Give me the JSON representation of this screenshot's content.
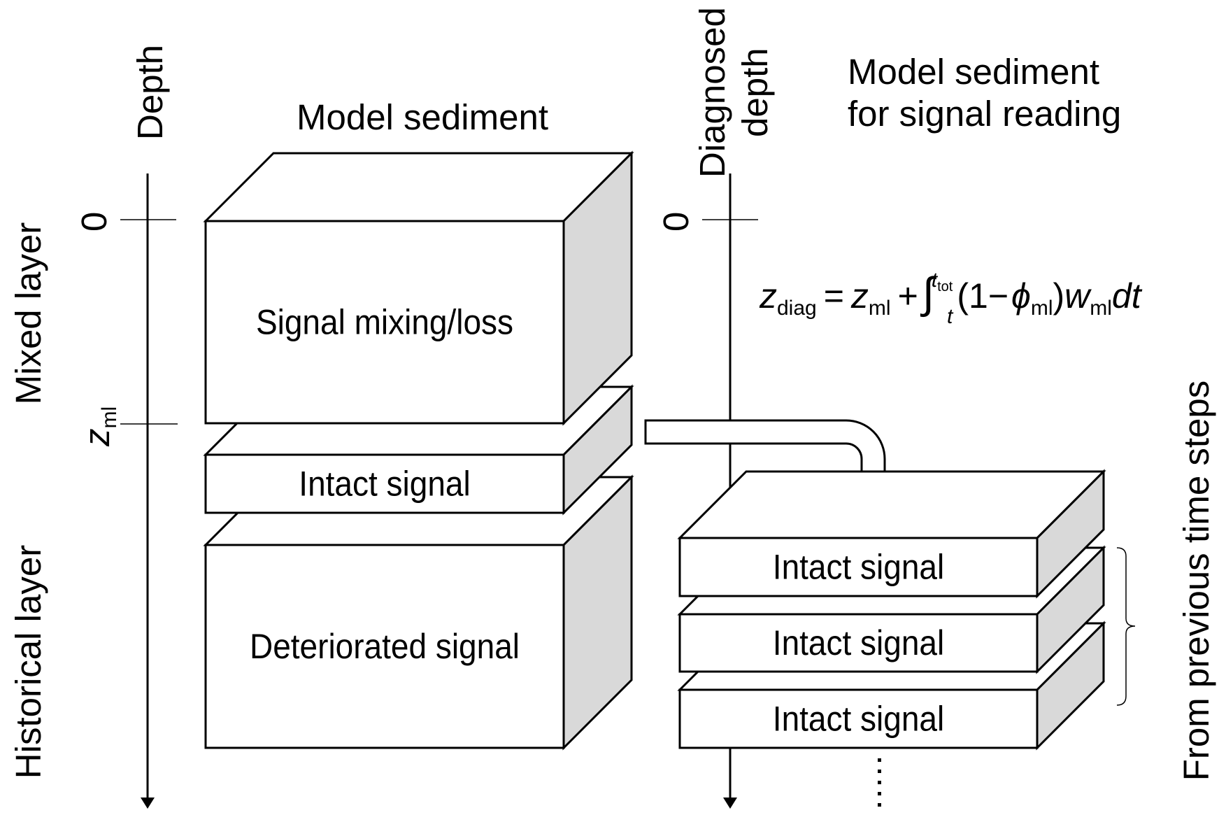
{
  "colors": {
    "stroke": "#000000",
    "face": "#ffffff",
    "side": "#d9d9d9",
    "background": "#ffffff"
  },
  "left_panel": {
    "axis_label": "Depth",
    "title": "Model sediment",
    "tick_zero": "0",
    "tick_zml_base": "z",
    "tick_zml_sub": "ml",
    "region_labels": {
      "mixed": "Mixed layer",
      "historical": "Historical layer"
    },
    "boxes": [
      {
        "label": "Signal mixing/loss"
      },
      {
        "label": "Intact signal"
      },
      {
        "label": "Deteriorated signal"
      }
    ]
  },
  "right_panel": {
    "axis_label_line1": "Diagnosed",
    "axis_label_line2": "depth",
    "title_line1": "Model sediment",
    "title_line2": "for signal reading",
    "tick_zero": "0",
    "boxes": [
      {
        "label": "Intact signal"
      },
      {
        "label": "Intact signal"
      },
      {
        "label": "Intact signal"
      }
    ],
    "bracket_label": "From previous time steps",
    "continuation": "⋮"
  },
  "equation": {
    "lhs_var": "z",
    "lhs_sub": "diag",
    "equals": "=",
    "z_var": "z",
    "z_sub": "ml",
    "plus": "+",
    "integral": "∫",
    "upper_limit": "t",
    "upper_limit_sub": "tot",
    "lower_limit": "t",
    "open_paren": "(1",
    "minus": "−",
    "phi": "ϕ",
    "phi_sub": "ml",
    "close_paren": ")",
    "w_var": "w",
    "w_sub": "ml",
    "dt": "dt"
  }
}
